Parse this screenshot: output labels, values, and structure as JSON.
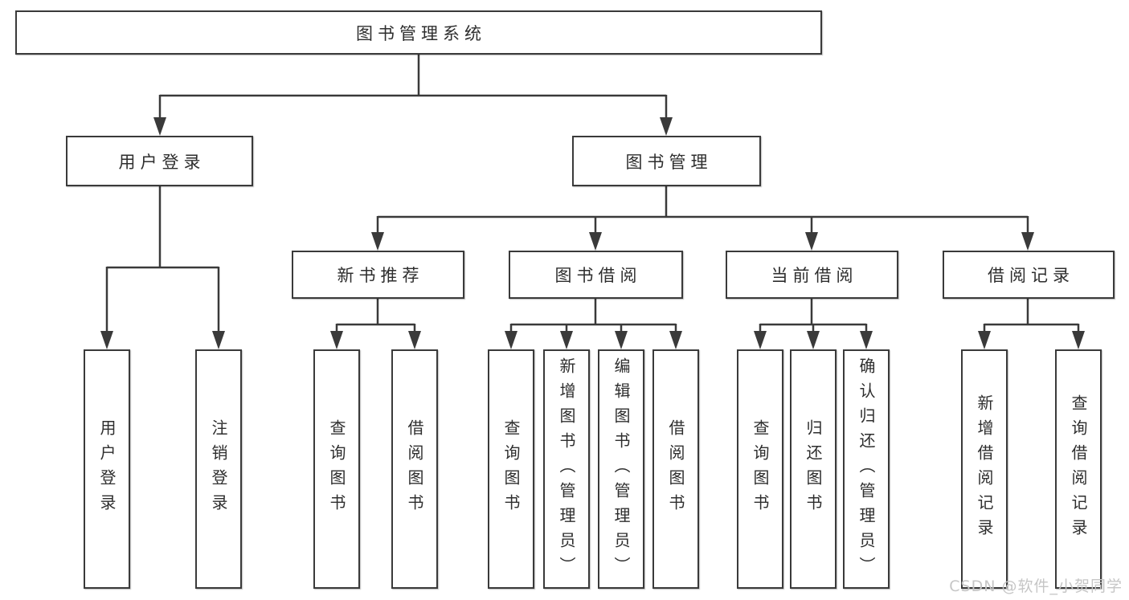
{
  "diagram": {
    "root": {
      "label": "图书管理系统"
    },
    "children": [
      {
        "label": "用户登录",
        "children": [
          {
            "label": "用户登录"
          },
          {
            "label": "注销登录"
          }
        ]
      },
      {
        "label": "图书管理",
        "children": [
          {
            "label": "新书推荐",
            "children": [
              {
                "label": "查询图书"
              },
              {
                "label": "借阅图书"
              }
            ]
          },
          {
            "label": "图书借阅",
            "children": [
              {
                "label": "查询图书"
              },
              {
                "label": "新增图书（管理员）"
              },
              {
                "label": "编辑图书（管理员）"
              },
              {
                "label": "借阅图书"
              }
            ]
          },
          {
            "label": "当前借阅",
            "children": [
              {
                "label": "查询图书"
              },
              {
                "label": "归还图书"
              },
              {
                "label": "确认归还（管理员）"
              }
            ]
          },
          {
            "label": "借阅记录",
            "children": [
              {
                "label": "新增借阅记录"
              },
              {
                "label": "查询借阅记录"
              }
            ]
          }
        ]
      }
    ]
  },
  "watermark": {
    "text": "CSDN @软件_小贺同学"
  },
  "colors": {
    "line": "#3a3a3a",
    "box_border": "#3a3a3a",
    "text": "#2e2e2e",
    "watermark": "#c6c6c6",
    "background": "#ffffff"
  }
}
